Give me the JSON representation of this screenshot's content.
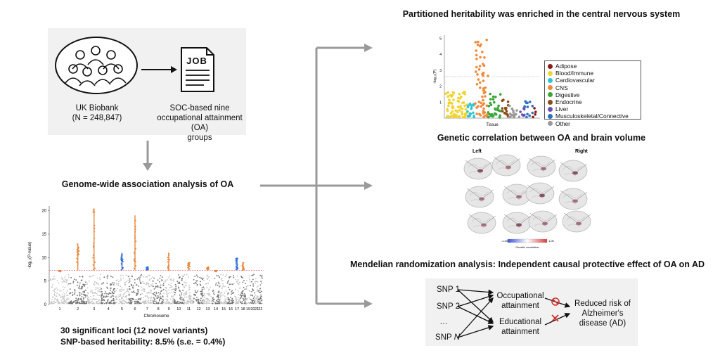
{
  "cohort": {
    "biobank_line1": "UK Biobank",
    "biobank_line2": "(N = 248,847)",
    "soc_line1": "SOC-based nine",
    "soc_line2": "occupational attainment (OA)",
    "soc_line3": "groups",
    "job_icon_text": "JOB",
    "people_icon": "group-of-people-icon",
    "document_icon": "job-document-icon"
  },
  "gwas": {
    "title": "Genome-wide association analysis of OA",
    "xlabel": "Chromosome",
    "ylabel": "-log₁₀(P-value)",
    "result_line1": "30 significant loci (12 novel variants)",
    "result_line2": "SNP-based heritability: 8.5% (s.e. = 0.4%)",
    "y_ticks": [
      "20",
      "15",
      "10",
      "5",
      "0"
    ],
    "chromosomes": [
      "1",
      "2",
      "3",
      "4",
      "5",
      "6",
      "7",
      "8",
      "9",
      "10",
      "11",
      "12",
      "13",
      "14",
      "15",
      "16",
      "17",
      "18",
      "19",
      "20",
      "21",
      "22"
    ]
  },
  "heritability": {
    "title": "Partitioned heritability was enriched in the central nervous system",
    "xlabel": "Tissue",
    "ylabel": "-log₁₀(P)",
    "y_ticks": [
      "5",
      "4",
      "3",
      "2",
      "1"
    ],
    "legend": [
      {
        "name": "Adipose",
        "color": "#8b1a1a"
      },
      {
        "name": "Blood/Immune",
        "color": "#f2d32f"
      },
      {
        "name": "Cardiovascular",
        "color": "#2ec4d6"
      },
      {
        "name": "CNS",
        "color": "#f08a3a"
      },
      {
        "name": "Digestive",
        "color": "#3aa63a"
      },
      {
        "name": "Endocrine",
        "color": "#8a4b12"
      },
      {
        "name": "Liver",
        "color": "#6a4fb8"
      },
      {
        "name": "Musculoskeletal/Connective",
        "color": "#2f6fbf"
      },
      {
        "name": "Other",
        "color": "#9a9a9a"
      }
    ]
  },
  "genetic_correlation": {
    "title": "Genetic correlation between OA and brain volume",
    "left_label": "Left",
    "right_label": "Right",
    "scale_min": "-1.00",
    "scale_max": "1.00",
    "scale_caption": "Genetic correlation"
  },
  "mendelian": {
    "title": "Mendelian randomization analysis: Independent causal protective effect of OA on AD",
    "snp_1": "SNP 1",
    "snp_2": "SNP 2",
    "snp_dots": "…",
    "snp_n_prefix": "SNP ",
    "snp_n_italic": "N",
    "occ_line1": "Occupational",
    "occ_line2": "attainment",
    "edu_line1": "Educational",
    "edu_line2": "attainment",
    "outcome_line1": "Reduced risk of",
    "outcome_line2": "Alzheimer's",
    "outcome_line3": "disease (AD)"
  },
  "colors": {
    "arrow_gray": "#9a9a9a",
    "panel_bg": "#f1f1f1",
    "manhattan_blue": "#2f6fd6",
    "manhattan_orange": "#e8873a",
    "threshold_red": "#e05050",
    "cross_red": "#d62b2b"
  }
}
